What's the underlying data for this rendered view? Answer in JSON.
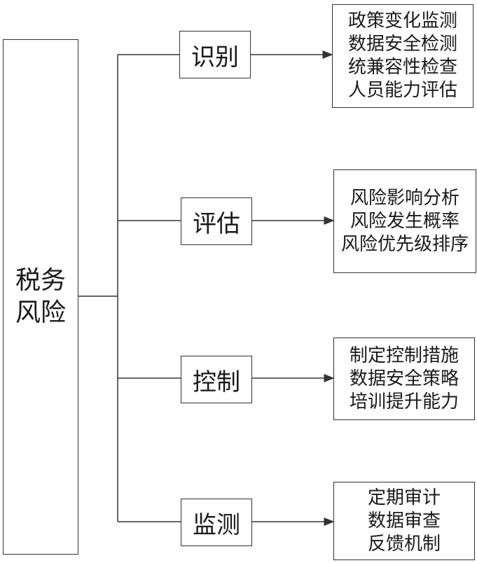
{
  "root": {
    "lines": [
      "税务",
      "风险"
    ]
  },
  "stages": [
    {
      "label": "识别",
      "details": [
        "政策变化监测",
        "数据安全检测",
        "统兼容性检查",
        "人员能力评估"
      ]
    },
    {
      "label": "评估",
      "details": [
        "风险影响分析",
        "风险发生概率",
        "风险优先级排序"
      ]
    },
    {
      "label": "控制",
      "details": [
        "制定控制措施",
        "数据安全策略",
        "培训提升能力"
      ]
    },
    {
      "label": "监测",
      "details": [
        "定期审计",
        "数据审查",
        "反馈机制"
      ]
    }
  ]
}
